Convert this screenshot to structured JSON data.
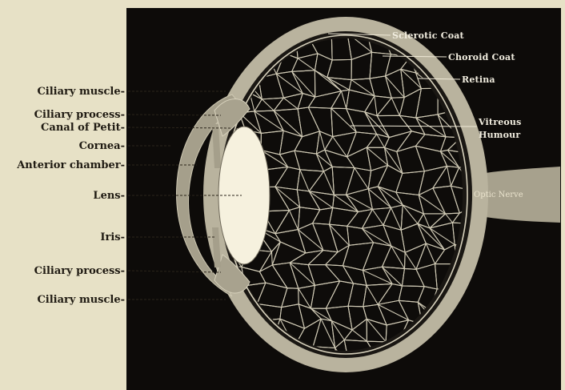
{
  "diagram": {
    "labels_left": [
      {
        "id": "ciliary-muscle-top",
        "text": "Ciliary muscle-"
      },
      {
        "id": "ciliary-process-top",
        "text": "Ciliary process-"
      },
      {
        "id": "canal-of-petit",
        "text": "Canal of Petit-"
      },
      {
        "id": "cornea",
        "text": "Cornea-"
      },
      {
        "id": "anterior-chamber",
        "text": "Anterior chamber-"
      },
      {
        "id": "lens",
        "text": "Lens-"
      },
      {
        "id": "iris",
        "text": "Iris-"
      },
      {
        "id": "ciliary-process-bottom",
        "text": "Ciliary process-"
      },
      {
        "id": "ciliary-muscle-bottom",
        "text": "Ciliary muscle-"
      }
    ],
    "labels_right": [
      {
        "id": "sclerotic-coat",
        "text": "Sclerotic Coat"
      },
      {
        "id": "choroid-coat",
        "text": "Choroid Coat"
      },
      {
        "id": "retina",
        "text": "Retina"
      },
      {
        "id": "vitreous-humour-line1",
        "text": "Vitreous"
      },
      {
        "id": "vitreous-humour-line2",
        "text": "Humour"
      }
    ],
    "nerve_label": "Optic Nerve",
    "colors": {
      "panel": "#0d0b09",
      "paper": "#e7e1c6",
      "sclera": "#b9b39e",
      "lens": "#f6f1de",
      "mesh": "#cfc9b4"
    }
  }
}
